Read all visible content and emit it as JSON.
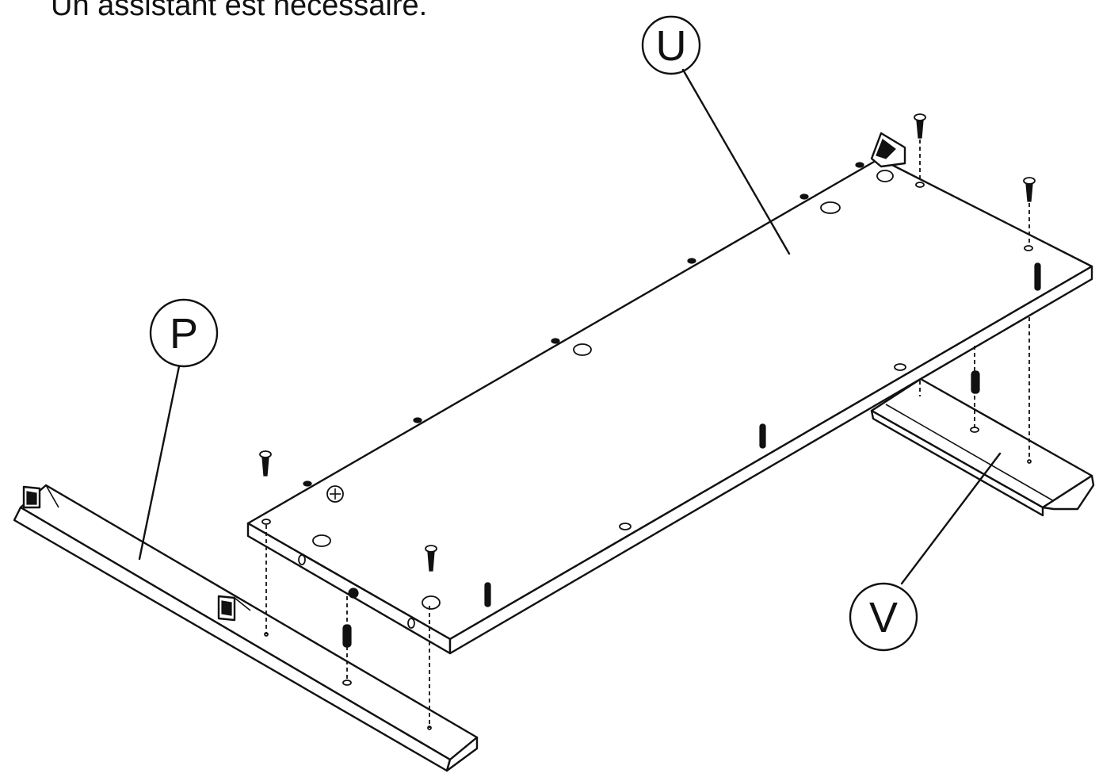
{
  "instruction_text": "Un assistant est nécessaire.",
  "parts": {
    "U": "U",
    "P": "P",
    "V": "V"
  }
}
